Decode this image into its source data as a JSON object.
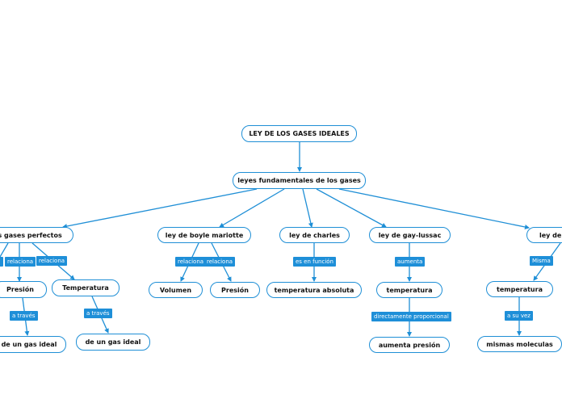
{
  "root": "LEY DE LOS GASES IDEALES",
  "main": "leyes fundamentales de los gases",
  "branches": {
    "perfect": {
      "title": "los gases perfectos",
      "link_left": "relaciona",
      "link_right": "relaciona",
      "presion": "Presión",
      "temperatura": "Temperatura",
      "via1": "a través",
      "via2": "a través",
      "gas1": "de un gas ideal",
      "gas2": "de un gas ideal"
    },
    "boyle": {
      "title": "ley de boyle mariotte",
      "link_left": "relaciona",
      "link_right": "relaciona",
      "volumen": "Volumen",
      "presion": "Presión"
    },
    "charles": {
      "title": "ley de charles",
      "link": "es en función",
      "result": "temperatura absoluta"
    },
    "gay": {
      "title": "ley de gay-lussac",
      "link": "aumenta",
      "temperatura": "temperatura",
      "link2": "directamente proporcional",
      "result": "aumenta presión"
    },
    "avogadro": {
      "title": "ley de a",
      "link": "Misma",
      "temperatura": "temperatura",
      "link2": "a su vez",
      "result": "mismas moleculas"
    }
  },
  "colors": {
    "line": "#1f8fd6",
    "tag": "#1e8fd8"
  }
}
